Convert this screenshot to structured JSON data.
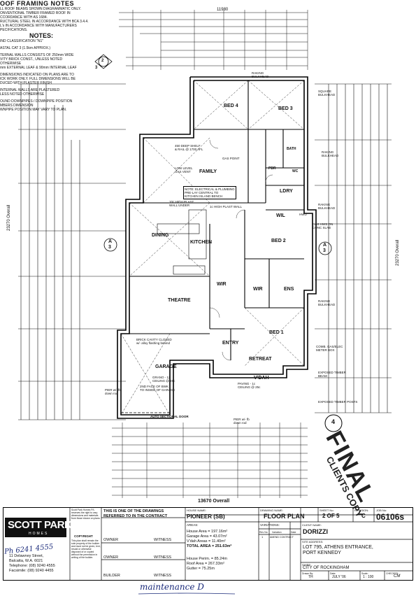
{
  "notes_top": {
    "title": "OOF FRAMING NOTES",
    "lines": [
      "LL ROOF BEAMS SHOWN DIAGRAMMATIC ONLY.",
      "ONVENTIONAL TIMBER FRAMED ROOF IN",
      "CCORDANCE WITH AS 1684.",
      "RUCTURAL STEEL IN ACCORDANCE WITH BCA 3.4.4.",
      "L's IN ACCORDANCE WITH MANUFACTURERS",
      "PECIFICATIONS."
    ]
  },
  "notes_bottom": {
    "title": "NOTES:",
    "lines": [
      "IND CLASSIFICATION \"N1\"",
      "",
      "ASTAL CAT 3 (1.5km APPROX.)",
      "",
      "TERNAL WALLS CONSISTS OF 250mm WIDE",
      "VITY BRICK CONST., UNLESS NOTED OTHERWISE",
      "mm EXTERNAL LEAF & 90mm INTERNAL LEAF",
      "",
      "DIMENSIONS INDICATED ON PLANS ARE TO",
      "ICK WORK ONLY. FULL DIMENSIONS WILL BE",
      "DUCED WITH PLASTER FINISH",
      "",
      "INTERNAL WALLS ARE PLASTERED",
      "LESS NOTED OTHERWISE",
      "",
      "OUND DOWNPIPES / DOWNPIPE POSITION",
      "MBERS DIMENSION",
      "WNPIPE POSITION MAY VARY TO PLAN."
    ]
  },
  "rooms": {
    "bed4": "BED 4",
    "bed3": "BED 3",
    "family": "FAMILY",
    "dining": "DINING",
    "kitchen": "KITCHEN",
    "bed2": "BED 2",
    "theatre": "THEATRE",
    "wir1": "WIR",
    "wir2": "WIR",
    "wil": "WIL",
    "ldry": "LDRY",
    "ens": "ENS",
    "bed1": "BED 1",
    "entry": "ENTRY",
    "retreat": "RETREAT",
    "garage": "GARAGE",
    "vdah": "V'DAH",
    "bath": "BATH",
    "wc": "WC",
    "pdr": "PDR"
  },
  "annotations": {
    "gas_point": "GAS POINT",
    "low_level_gas": "LOW LEVEL\nGAS VENT",
    "electrical_note": "NOTE: ELECTRICAL & PLUMBING\nPRE-LAY CENTRAL TO\nKITCHEN ISLAND BENCH",
    "plast_wall_1": "10c HIGH PLAST\nWALL UNDER",
    "plast_wall_2": "1c HIGH PLAST WALL",
    "raking_bulkhead": "RAKING\nBULKHEAD",
    "square_bulkhead": "SQUARE\nBULKHEAD",
    "deep_shelf": "450 DEEP SHELF\n& RAIL @ 1700 AFL",
    "auto_door": "AUTO SECTIONAL DOOR",
    "brick_cavity": "BRICK CAVITY CLOSED\nw/- alloy flashing behind",
    "garage_ceiling": "GRANO - 12\nCEILING @ 28c",
    "face_bwk": "2ND FACE OF BWK\nTO INSIDE OF GARAGE",
    "exposed_timber_beam": "EXPOSED TIMBER\nBEAM",
    "exposed_timber_posts": "EXPOSED TIMBER POSTS",
    "paving_ceiling": "PAVING - 1c\nCEILING @ 25c",
    "meter_box": "COMB. GAS/ELEC\nMETER BOX",
    "pier_down_rod": "PIER w/- fb\ndown rod",
    "hwu": "HWU",
    "gas_hws": "GAS HWS ON\nCONC SLAB",
    "overall_left": "23270 Overall",
    "overall_right": "23270 Overall",
    "overall_bottom": "13670 Overall",
    "overall_top": "11980",
    "section_a3_left": "A\n3",
    "section_a3_right": "A\n3"
  },
  "title_block": {
    "company": "SCOTT PARK",
    "company_sub": "HOMES",
    "address": "11 Delawney Street,\nBalcatta, W.A. 6021",
    "telephone": "Telephone: (08) 9240 4555",
    "facsimile": "Facsimile: (08) 9240 4455",
    "disclaimer": "Scott Park Homes P/L reserves the right to vary dimensions and materials from those shown on plans.",
    "copyright_title": "COPYRIGHT",
    "copyright_text": "This plan shall remain the sole property of the builder and must not be given, lent, resold or otherwise disposed of or copied without the permission in writing of the builder.",
    "one_of_drawings": "THIS IS ONE OF THE DRAWINGS\nREFERRED TO IN THE CONTRACT",
    "owner_label": "OWNER",
    "witness_label": "WITNESS",
    "builder_label": "BUILDER",
    "house_name_label": "HOUSE NAME:",
    "house_name": "PIONEER (SB)",
    "drawing_name_label": "DRAWING NAME:",
    "drawing_name": "FLOOR PLAN",
    "sheet_label": "SHEET No:",
    "sheet": "2 OF 5",
    "revision_label": "REVISION:",
    "revision": "C",
    "job_label": "JOB No:",
    "job": "06106s",
    "areas_label": "AREAS:",
    "areas": [
      "House Area = 197.16m²",
      "Garage Area = 43.07m²",
      "V'dah Areas = 11.40m²",
      "TOTAL AREA = 251.63m²",
      "",
      "House Perim. = 85.24m",
      "Roof Area = 267.33m²",
      "Gutter = 75.25m"
    ],
    "variations_label": "VARIATIONS:",
    "variation_cols": [
      "Rev No",
      "Variation",
      "Date",
      "Dr By"
    ],
    "variation_row": [
      "1",
      "AMEND CONTRACT",
      "",
      ""
    ],
    "client_label": "CLIENT NAME:",
    "client": "DORIZZI",
    "site_label": "SITE ADDRESS:",
    "site": "LOT 795, ATHENS ENTRANCE,\nPORT KENNEDY",
    "shire_label": "SHIRE:",
    "shire": "CITY OF ROCKINGHAM",
    "drawn_label": "Drawn By:",
    "drawn": "TH",
    "date_label": "Date:",
    "date": "JULY '06",
    "scale_label": "Scale:",
    "scale": "1 : 100",
    "checked_label": "CHECKED:",
    "checked": "CM"
  },
  "stamp": {
    "final": "FINAL",
    "clients_copy": "CLIENTS COPY",
    "circle_num": "4"
  },
  "handwriting": {
    "phone": "Ph 6241 4555",
    "maintenance": "maintenance  D"
  },
  "section_marks": {
    "top_left": "2",
    "top_left_b": "3"
  }
}
